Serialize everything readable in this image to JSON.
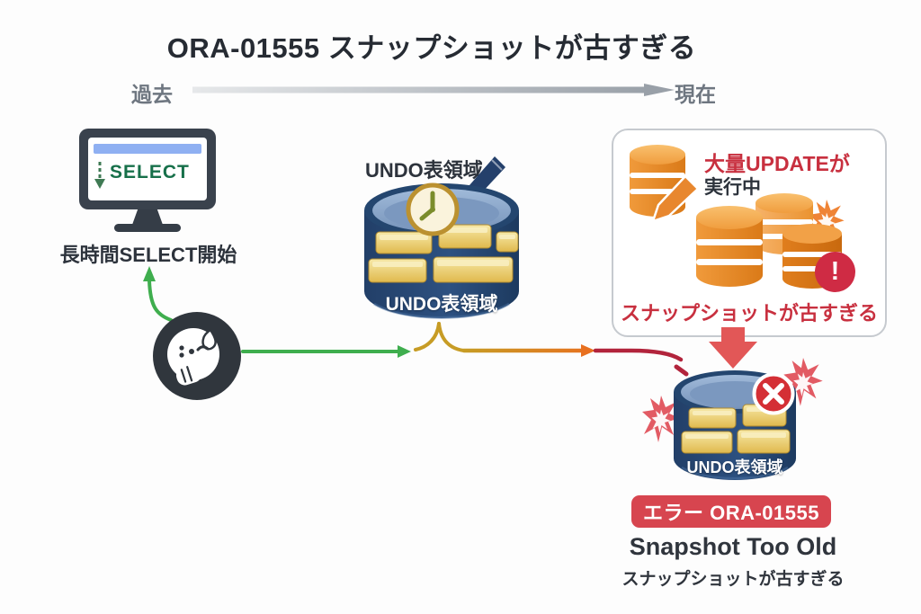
{
  "title": "ORA-01555 スナップショットが古すぎる",
  "timeline": {
    "past_label": "過去",
    "present_label": "現在"
  },
  "select_node": {
    "screen_text": "SELECT",
    "caption": "長時間SELECT開始"
  },
  "undo_node": {
    "heading": "UNDO表領域",
    "cylinder_label": "UNDO表領域"
  },
  "update_panel": {
    "headline_red": "大量UPDATEが",
    "headline_dark": "実行中",
    "warning_mark": "!",
    "alert_text": "スナップショットが古すぎる"
  },
  "error_node": {
    "cylinder_label": "UNDO表領域",
    "badge_label": "エラー ORA-01555",
    "title_en": "Snapshot Too Old",
    "title_ja": "スナップショットが古すぎる"
  },
  "icons": {
    "monitor": "monitor-icon",
    "select_arrow": "down-arrow-icon",
    "clock": "clock-icon",
    "pencil": "pencil-icon",
    "thinking_face": "thinking-face-icon",
    "warning": "warning-icon",
    "error_x": "error-x-icon",
    "spark": "spark-icon",
    "database": "database-cylinder-icon"
  },
  "colors": {
    "accent_red": "#C8303F",
    "badge_red": "#D7454F",
    "select_green": "#17704A",
    "flow_green": "#3FAE4E",
    "flow_gold": "#C79C25",
    "flow_orange": "#E8701F",
    "flow_crimson": "#B2243C",
    "navy_db": "#24466F",
    "orange_db": "#E8872E",
    "timeline_gray": "#99A0A8",
    "text_dark": "#262B33"
  }
}
